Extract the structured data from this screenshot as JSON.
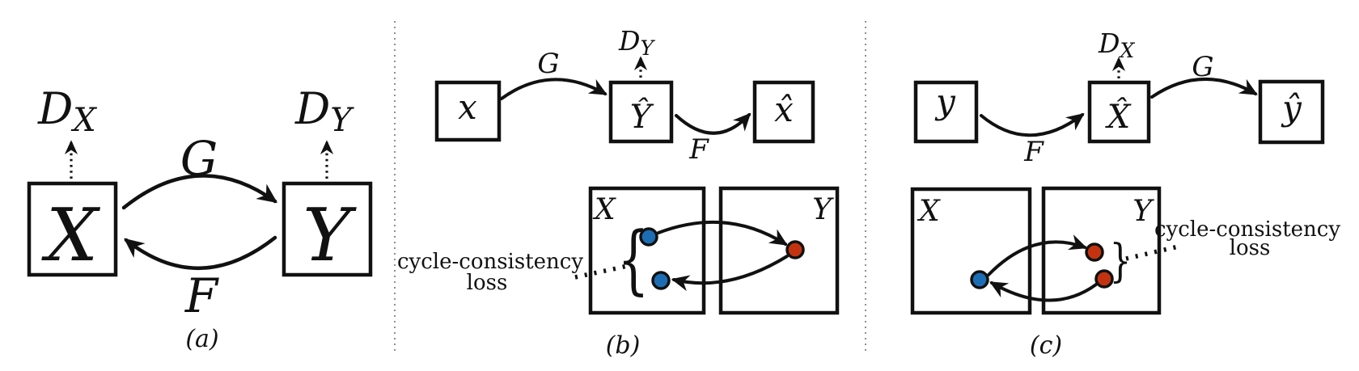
{
  "colors": {
    "dot_blue": "#1d6db5",
    "dot_red": "#c43310",
    "line": "#111111",
    "divider": "#8f8f8f"
  },
  "panel_a": {
    "caption": "(a)",
    "domain_x": "X",
    "domain_y": "Y",
    "discriminator_x": {
      "base": "D",
      "sub": "X"
    },
    "discriminator_y": {
      "base": "D",
      "sub": "Y"
    },
    "mapping_g": "G",
    "mapping_f": "F"
  },
  "panel_b": {
    "caption": "(b)",
    "input": "x",
    "generated": "Ŷ",
    "reconstruction": "x̂",
    "mapping_g": "G",
    "mapping_f": "F",
    "discriminator": {
      "base": "D",
      "sub": "Y"
    },
    "set_x": "X",
    "set_y": "Y",
    "loss_line1": "cycle-consistency",
    "loss_line2": "loss",
    "brace": "{"
  },
  "panel_c": {
    "caption": "(c)",
    "input": "y",
    "generated": "X̂",
    "reconstruction": "ŷ",
    "mapping_f": "F",
    "mapping_g": "G",
    "discriminator": {
      "base": "D",
      "sub": "X"
    },
    "set_x": "X",
    "set_y": "Y",
    "loss_line1": "cycle-consistency",
    "loss_line2": "loss",
    "brace": "}"
  }
}
